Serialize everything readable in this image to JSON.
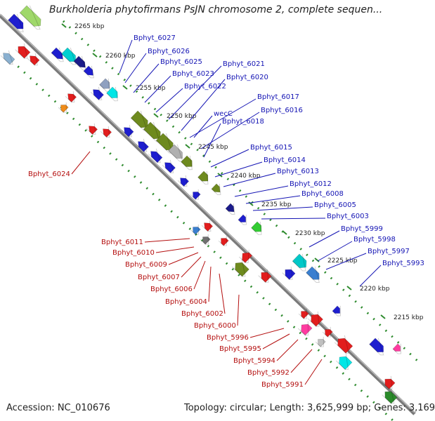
{
  "header": {
    "title": "Burkholderia phytofirmans PsJN chromosome 2, complete sequen..."
  },
  "footer": {
    "accession": "Accession: NC_010676",
    "topology": "Topology: circular; Length: 3,625,999 bp; Genes: 3,169"
  },
  "colors": {
    "backbone": "#8c8c8c",
    "tick": "#2e8b2e",
    "forward_label": "#1414b4",
    "reverse_label": "#b40f0f"
  },
  "scale_labels": [
    "2265 kbp",
    "2260 kbp",
    "2255 kbp",
    "2250 kbp",
    "2245 kbp",
    "2240 kbp",
    "2235 kbp",
    "2230 kbp",
    "2225 kbp",
    "2220 kbp",
    "2215 kbp"
  ],
  "forward_genes": [
    "Bphyt_6027",
    "Bphyt_6026",
    "Bphyt_6025",
    "Bphyt_6023",
    "Bphyt_6022",
    "Bphyt_6021",
    "Bphyt_6020",
    "Bphyt_6017",
    "Bphyt_6016",
    "wecC",
    "Bphyt_6018",
    "Bphyt_6015",
    "Bphyt_6014",
    "Bphyt_6013",
    "Bphyt_6012",
    "Bphyt_6008",
    "Bphyt_6005",
    "Bphyt_6003",
    "Bphyt_5999",
    "Bphyt_5998",
    "Bphyt_5997",
    "Bphyt_5993"
  ],
  "reverse_genes": [
    "Bphyt_6024",
    "Bphyt_6011",
    "Bphyt_6010",
    "Bphyt_6009",
    "Bphyt_6007",
    "Bphyt_6006",
    "Bphyt_6004",
    "Bphyt_6002",
    "Bphyt_6000",
    "Bphyt_5996",
    "Bphyt_5995",
    "Bphyt_5994",
    "Bphyt_5992",
    "Bphyt_5991"
  ]
}
